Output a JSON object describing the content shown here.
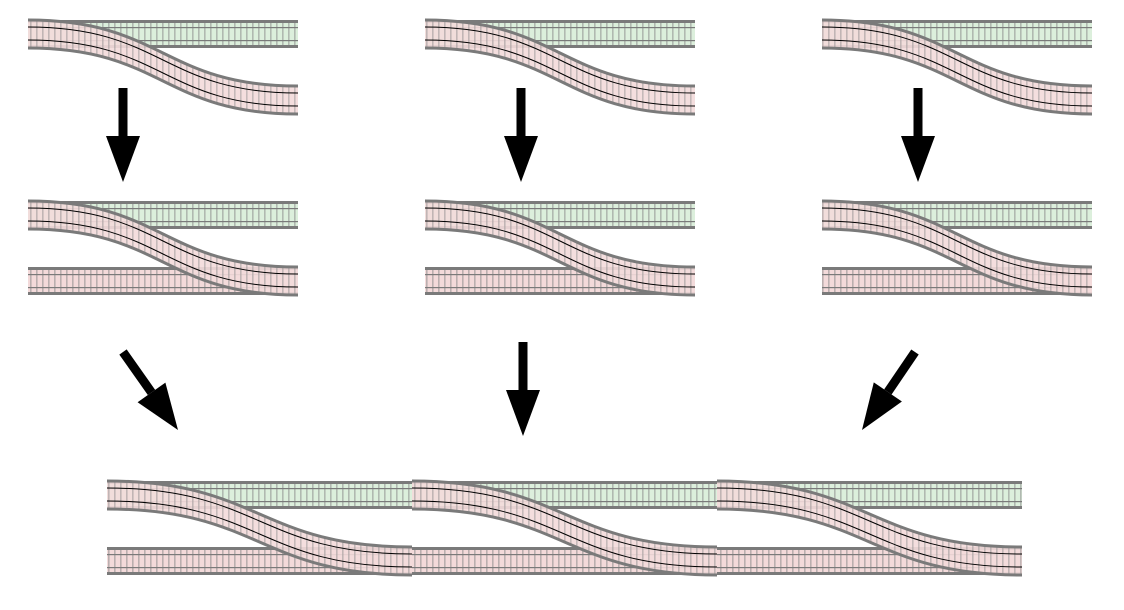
{
  "diagram": {
    "description_visible_text": "",
    "colors": {
      "background": "#ffffff",
      "rail": "#7a7a7a",
      "sleeper": "#8c8c8c",
      "track_green_tint": "#dcefdc",
      "track_red_tint": "#f3dada",
      "arrow": "#000000",
      "curve_line": "#000000"
    },
    "rows": [
      {
        "stage": "single-turnout",
        "count": 3
      },
      {
        "stage": "turnout-with-parallel-track",
        "count": 3
      },
      {
        "stage": "combined-ladder",
        "count": 1,
        "modules": 3
      }
    ],
    "icons": [
      "down-arrow",
      "diagonal-arrow"
    ]
  }
}
